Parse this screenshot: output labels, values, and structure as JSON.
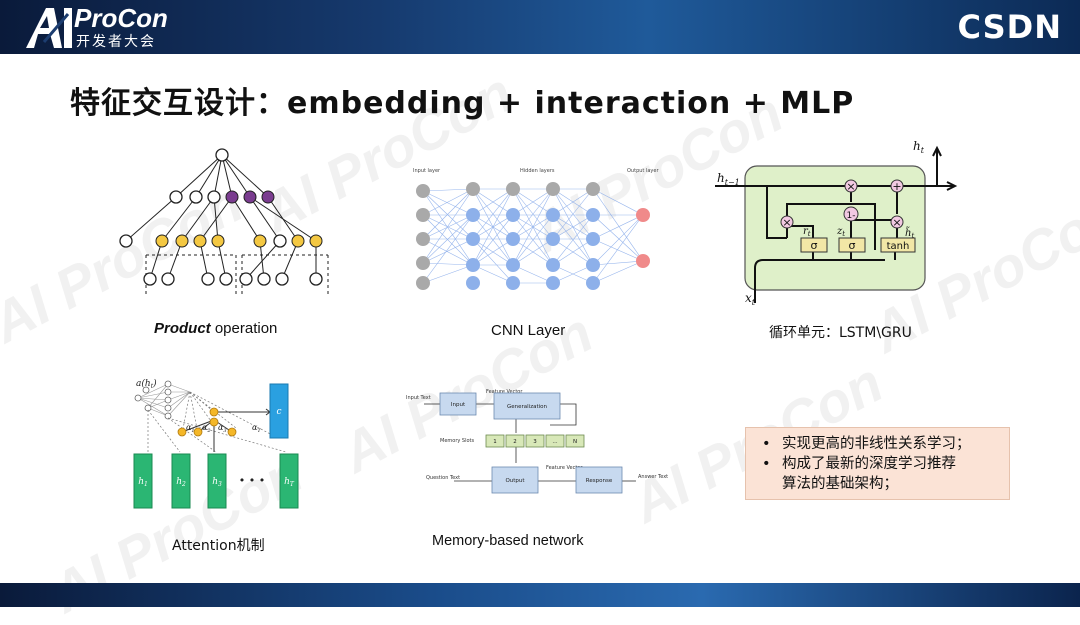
{
  "header": {
    "logo_main": "ProCon",
    "logo_sub": "开发者大会",
    "brand_right": "CSDN"
  },
  "slide": {
    "title": "特征交互设计：embedding + interaction + MLP"
  },
  "figures": {
    "product": {
      "caption_bold": "Product",
      "caption_rest": " operation"
    },
    "cnn": {
      "caption": "CNN Layer",
      "labels": {
        "input": "Input layer",
        "hidden": "Hidden layers",
        "output": "Output layer"
      }
    },
    "lstm": {
      "caption": "循环单元：LSTM\\GRU",
      "labels": {
        "ht": "h",
        "ht_sub": "t",
        "ht1": "h",
        "ht1_sub": "t−1",
        "xt": "x",
        "xt_sub": "t",
        "rt": "r",
        "rt_sub": "t",
        "zt": "z",
        "zt_sub": "t",
        "hbar": "h̃",
        "hbar_sub": "t",
        "sigma": "σ",
        "tanh": "tanh",
        "one_minus": "1-",
        "times": "×",
        "plus": "+"
      }
    },
    "attention": {
      "caption": "Attention机制",
      "labels": {
        "a": "a(h",
        "a_sub": "t",
        "c": "c",
        "dots": "• • •",
        "h1": "h",
        "h1_sub": "1",
        "h2": "h",
        "h2_sub": "2",
        "h3": "h",
        "h3_sub": "3",
        "hT": "h",
        "hT_sub": "T",
        "a1": "α",
        "a1_sub": "1",
        "a2": "α",
        "a2_sub": "2",
        "a3": "α",
        "a3_sub": "3",
        "aT": "α",
        "aT_sub": "T"
      }
    },
    "memory": {
      "caption": "Memory-based network",
      "labels": {
        "input_text": "Input Text",
        "input": "Input",
        "feature_vector": "Feature Vector",
        "generalization": "Generalization",
        "memory_slots": "Memory Slots",
        "slot1": "1",
        "slot2": "2",
        "slot3": "3",
        "slot_dots": "...",
        "slotN": "N",
        "question_text": "Question Text",
        "output": "Output",
        "feature_vector2": "Feature Vector",
        "response": "Response",
        "answer_text": "Answer Text"
      }
    }
  },
  "notes": {
    "items": [
      "实现更高的非线性关系学习；",
      "构成了最新的深度学习推荐",
      "算法的基础架构；"
    ]
  }
}
